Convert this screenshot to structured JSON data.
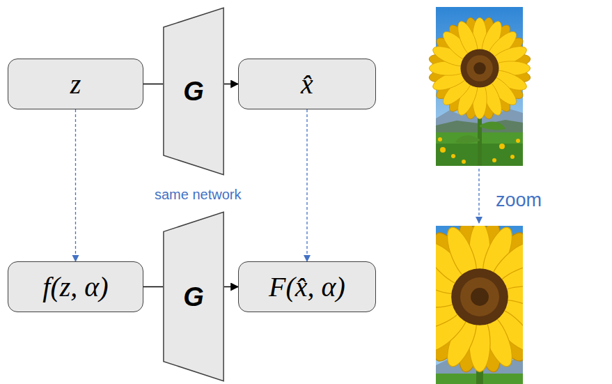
{
  "diagram": {
    "nodes": [
      {
        "text": [
          "z"
        ]
      },
      {
        "text": [
          "G"
        ]
      },
      {
        "text": [
          "x̂"
        ]
      },
      {
        "text": [
          "f(z, α)"
        ]
      },
      {
        "text": [
          "G"
        ]
      },
      {
        "text": [
          "F(x̂, α)"
        ]
      }
    ],
    "edges": [
      {
        "from": 0,
        "to": 1,
        "arrow": "none"
      },
      {
        "from": 1,
        "to": 2,
        "arrow": "to"
      },
      {
        "from": 0,
        "to": 3,
        "arrow": "to"
      },
      {
        "from": 2,
        "to": 5,
        "arrow": "to"
      },
      {
        "from": 3,
        "to": 4,
        "arrow": "none"
      },
      {
        "from": 4,
        "to": 5,
        "arrow": "to"
      }
    ],
    "labels": [
      "same network",
      "zoom"
    ]
  }
}
